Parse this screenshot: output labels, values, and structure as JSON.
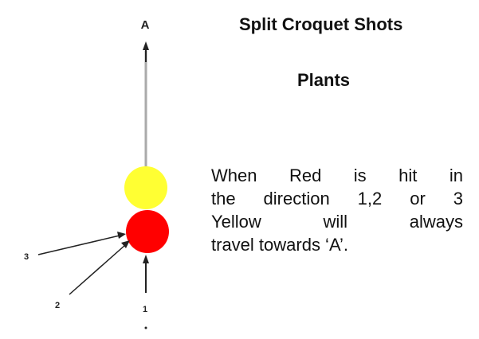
{
  "header": {
    "title": "Split Croquet Shots",
    "subtitle": "Plants"
  },
  "description": {
    "lines": [
      "When Red is hit in",
      "the direction 1,2 or 3",
      "Yellow will always",
      "travel towards ‘A’."
    ]
  },
  "diagram": {
    "target_label": "A",
    "direction_labels": [
      "1",
      "2",
      "3"
    ],
    "balls": [
      {
        "name": "yellow",
        "color": "#ffff33"
      },
      {
        "name": "red",
        "color": "#ff0000"
      }
    ],
    "line_color": "#aaaaaa",
    "arrow_color": "#222222"
  }
}
